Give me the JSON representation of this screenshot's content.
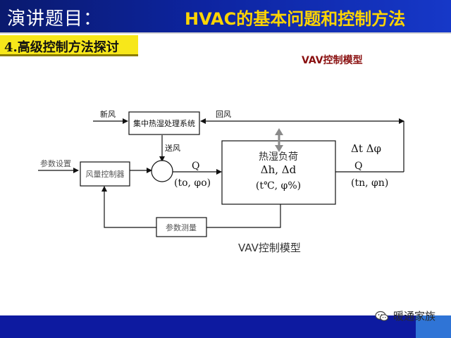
{
  "header": {
    "left_title": "演讲题目：",
    "right_title": "HVAC的基本问题和控制方法"
  },
  "section": {
    "label": "4.高级控制方法探讨"
  },
  "model_title": "VAV控制模型",
  "diagram": {
    "fresh_air": "新风",
    "return_air": "回风",
    "central_unit": "集中热湿处理系统",
    "supply_air": "送风",
    "param_setting": "参数设置",
    "air_controller": "风量控制器",
    "q_in": "Q",
    "inlet_state": "(to, φo)",
    "load_title": "热湿负荷",
    "load_delta": "Δh, Δd",
    "load_state": "(t℃, φ%)",
    "delta_out": "Δt  Δφ",
    "q_out": "Q",
    "outlet_state": "(tn, φn)",
    "param_measure": "参数测量",
    "caption": "VAV控制模型"
  },
  "watermark": {
    "label": "暖通家族",
    "icon": "wechat-icon"
  },
  "colors": {
    "header_start": "#0a1a6e",
    "header_end": "#1638c8",
    "title_yellow": "#ffd400",
    "section_yellow": "#f7e71a",
    "footer_blue": "#0d1aa0",
    "footer_corner": "#2f74d6",
    "model_title_red": "#8a1010"
  }
}
